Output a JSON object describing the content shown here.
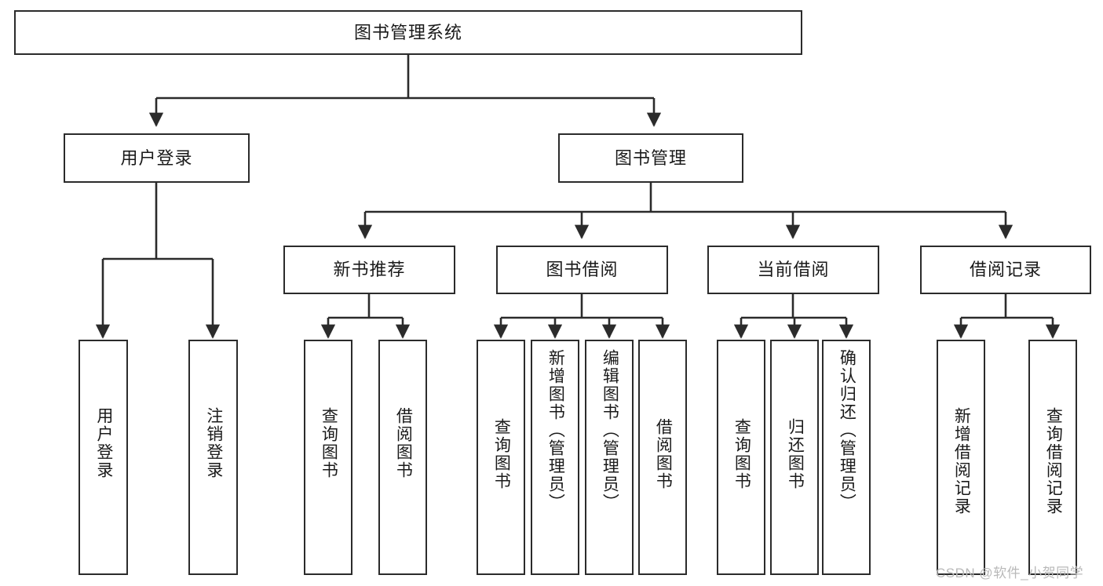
{
  "diagram": {
    "type": "hierarchy-tree",
    "title": "图书管理系统",
    "orientation": "top-down",
    "colors": {
      "box_border": "#2b2b2b",
      "box_fill": "#ffffff",
      "edge": "#2b2b2b",
      "text": "#1a1a1a",
      "watermark": "#b9b9b9"
    }
  },
  "nodes": {
    "root": {
      "label": "图书管理系统"
    },
    "level2": [
      {
        "label": "用户登录"
      },
      {
        "label": "图书管理"
      }
    ],
    "level3": [
      {
        "label": "新书推荐"
      },
      {
        "label": "图书借阅"
      },
      {
        "label": "当前借阅"
      },
      {
        "label": "借阅记录"
      }
    ],
    "leaves": {
      "user_login": [
        {
          "label": "用户登录"
        },
        {
          "label": "注销登录"
        }
      ],
      "new_book": [
        {
          "label": "查询图书"
        },
        {
          "label": "借阅图书"
        }
      ],
      "borrow": [
        {
          "label": "查询图书"
        },
        {
          "label": "新增图书（管理员）"
        },
        {
          "label": "编辑图书（管理员）"
        },
        {
          "label": "借阅图书"
        }
      ],
      "current": [
        {
          "label": "查询图书"
        },
        {
          "label": "归还图书"
        },
        {
          "label": "确认归还（管理员）"
        }
      ],
      "records": [
        {
          "label": "新增借阅记录"
        },
        {
          "label": "查询借阅记录"
        }
      ]
    }
  },
  "watermark": {
    "text": "CSDN @软件_小贺同学"
  }
}
